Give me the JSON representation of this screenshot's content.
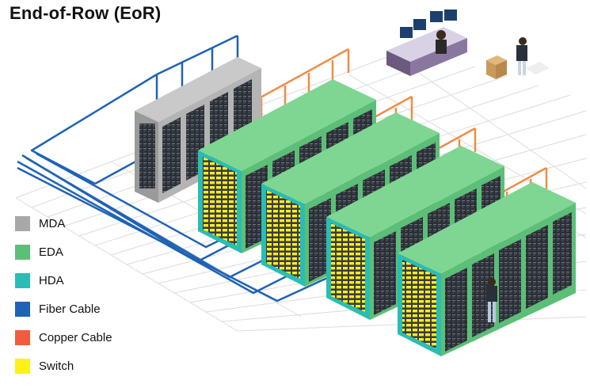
{
  "title": "End-of-Row (EoR)",
  "legend": [
    {
      "label": "MDA",
      "color": "#a8a8a8"
    },
    {
      "label": "EDA",
      "color": "#5cbf77"
    },
    {
      "label": "HDA",
      "color": "#29bdb5"
    },
    {
      "label": "Fiber Cable",
      "color": "#1f63b5"
    },
    {
      "label": "Copper Cable",
      "color": "#f25b3d"
    },
    {
      "label": "Switch",
      "color": "#ffef1a"
    }
  ],
  "colors": {
    "mda": "#a8a8a8",
    "eda": "#5cbf77",
    "hda": "#29bdb5",
    "fiber": "#1f63b5",
    "copper": "#f08c46",
    "switch": "#ffef1a",
    "floor_grid": "#d8d8d8"
  }
}
